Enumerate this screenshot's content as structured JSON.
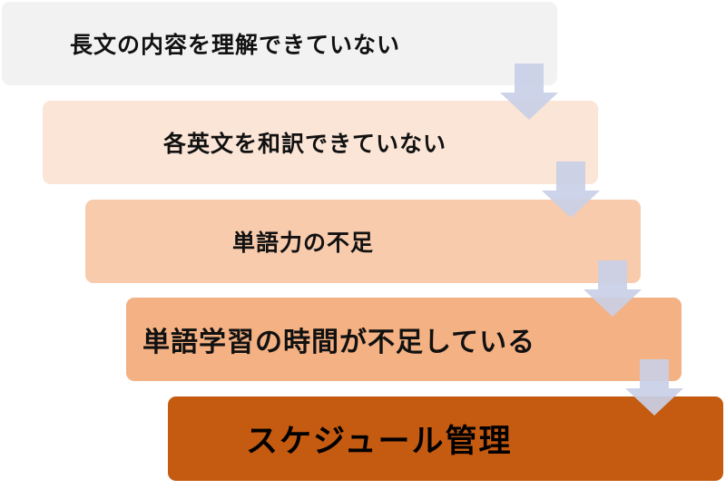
{
  "steps": [
    {
      "label": "長文の内容を理解できていない"
    },
    {
      "label": "各英文を和訳できていない"
    },
    {
      "label": "単語力の不足"
    },
    {
      "label": "単語学習の時間が不足している"
    },
    {
      "label": "スケジュール管理"
    }
  ],
  "colors": {
    "step_1": "#f2f2f2",
    "step_2": "#fbe5d6",
    "step_3": "#f8cbad",
    "step_4": "#f4b183",
    "step_5": "#c55a11",
    "arrow": "#c9cfe6"
  },
  "icons": {
    "connector": "arrow-down-icon"
  }
}
